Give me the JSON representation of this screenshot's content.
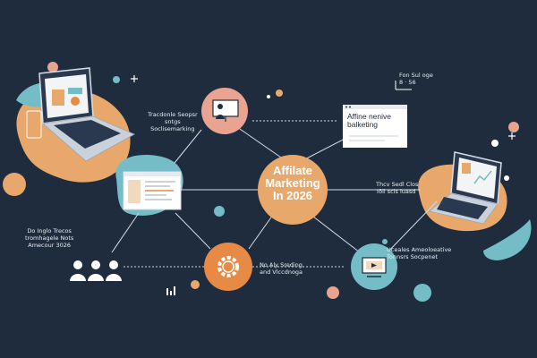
{
  "center": {
    "title": "Affilate\nMarketing\nIn 2026"
  },
  "nodes": {
    "top_card": {
      "title": "Affine nenive\nbalketing"
    },
    "top_left": {
      "text": "Tracdonle Seopsr\nsntgs\nSoclisemarking"
    },
    "top_right": {
      "text": "Fon Sul oge\n8 · 56"
    },
    "right_mid": {
      "text": "Thcv Sedl Clos\nTöil scis luasd"
    },
    "left_bottom": {
      "text": "Do Inglo Trecos\ntromhagele Nots\nAmecour 3026"
    },
    "bottom_center": {
      "text": "No Aly Sreding\nand Vlccdnoga"
    },
    "bottom_right": {
      "text": "Uceales Ameoloeative\nTonnsrs Socpenet"
    }
  },
  "colors": {
    "background": "#1f2c3d",
    "peach": "#e8a86b",
    "orange": "#e78a46",
    "salmon": "#e9a391",
    "teal": "#74bdc6",
    "cream": "#f2d8bf"
  },
  "icons": [
    "presentation-icon",
    "gear-icon",
    "video-icon",
    "people-icon",
    "laptop-icon",
    "browser-icon"
  ]
}
